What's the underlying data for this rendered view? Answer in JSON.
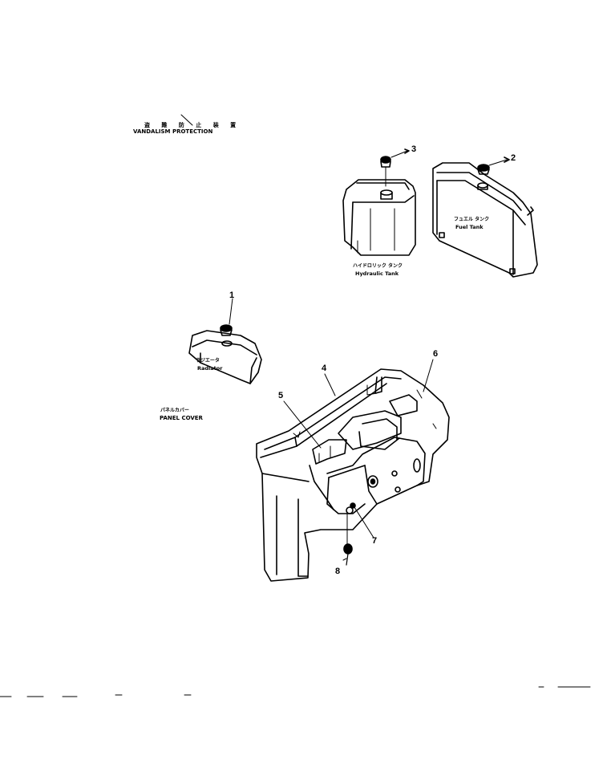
{
  "title": {
    "jp": "盗 難 防 止 装 置",
    "en": "VANDALISM PROTECTION"
  },
  "components": {
    "hydraulic_tank": {
      "jp": "ハイドロリック タンク",
      "en": "Hydraulic Tank"
    },
    "fuel_tank": {
      "jp": "フュエル タンク",
      "en": "Fuel Tank"
    },
    "radiator": {
      "jp": "ラジエータ",
      "en": "Radiator"
    },
    "panel_cover": {
      "jp": "パネルカバー",
      "en": "PANEL COVER"
    }
  },
  "callouts": [
    "1",
    "2",
    "3",
    "4",
    "5",
    "6",
    "7",
    "8"
  ],
  "colors": {
    "ink": "#000000",
    "paper": "#ffffff"
  }
}
